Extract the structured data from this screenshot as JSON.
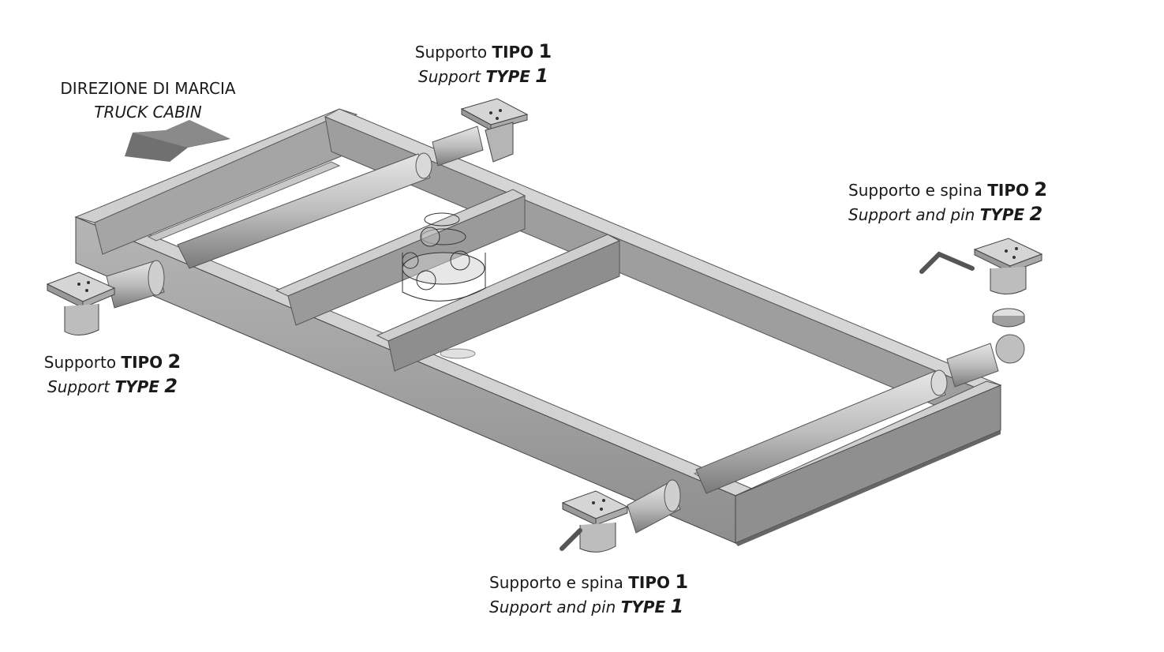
{
  "direction": {
    "line1": "DIREZIONE DI MARCIA",
    "line2": "TRUCK CABIN"
  },
  "labels": {
    "top_support": {
      "it_prefix": "Supporto",
      "it_bold": "TIPO",
      "it_num": "1",
      "en_prefix": "Support",
      "en_bold": "TYPE",
      "en_num": "1"
    },
    "right_support_pin": {
      "it_prefix": "Supporto e spina",
      "it_bold": "TIPO",
      "it_num": "2",
      "en_prefix": "Support and pin",
      "en_bold": "TYPE",
      "en_num": "2"
    },
    "left_support": {
      "it_prefix": "Supporto",
      "it_bold": "TIPO",
      "it_num": "2",
      "en_prefix": "Support",
      "en_bold": "TYPE",
      "en_num": "2"
    },
    "bottom_support_pin": {
      "it_prefix": "Supporto e spina",
      "it_bold": "TIPO",
      "it_num": "1",
      "en_prefix": "Support and pin",
      "en_bold": "TYPE",
      "en_num": "1"
    }
  }
}
